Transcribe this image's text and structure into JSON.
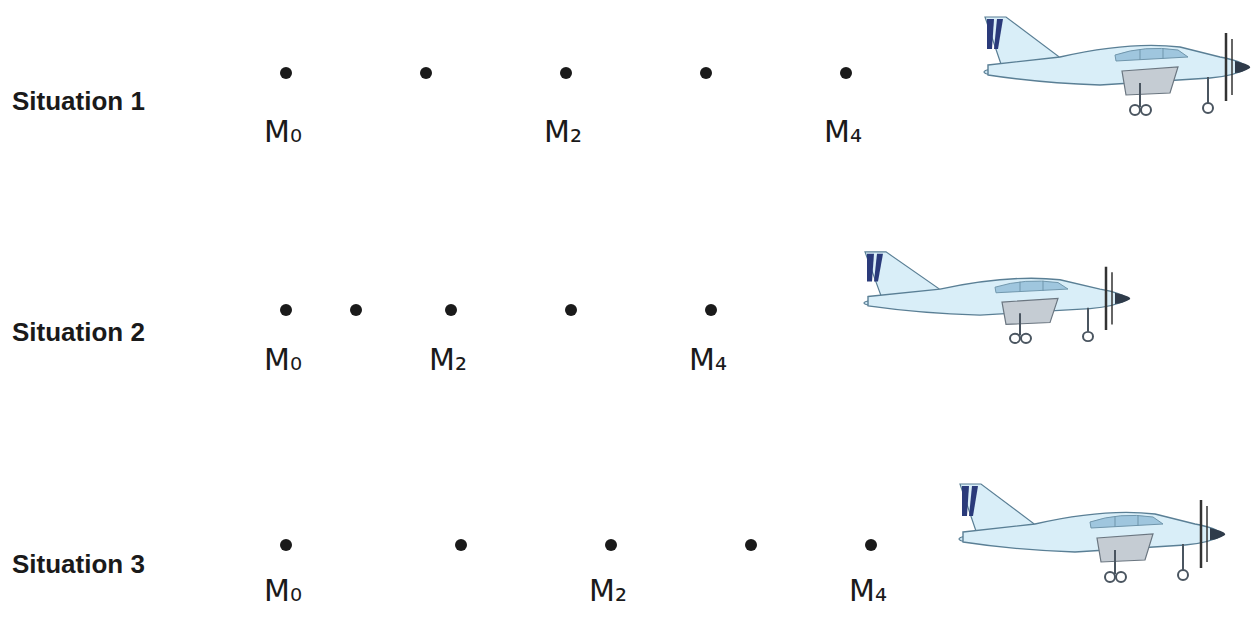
{
  "diagram": {
    "labels": [
      "Situation 1",
      "M₀",
      "M₂",
      "M₄",
      "Situation 2",
      "M₀",
      "M₂",
      "M₄",
      "Situation 3",
      "M₀",
      "M₂",
      "M₄"
    ]
  }
}
